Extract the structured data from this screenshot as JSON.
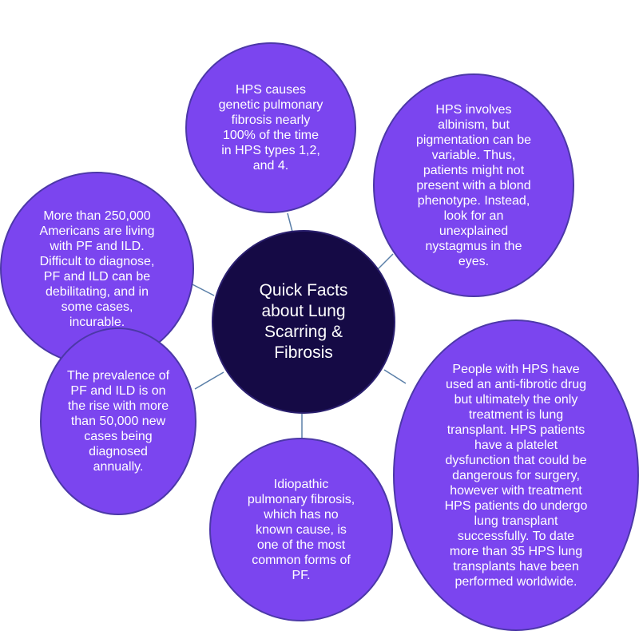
{
  "center": {
    "text": "Quick Facts\nabout Lung\nScarring &\nFibrosis"
  },
  "facts": {
    "top": "HPS causes\ngenetic pulmonary\nfibrosis nearly\n100% of the time\nin HPS types 1,2,\nand 4.",
    "top_right": "HPS involves\nalbinism, but\npigmentation can be\nvariable. Thus,\npatients might not\npresent with a blond\nphenotype. Instead,\nlook for an\nunexplained\nnystagmus in the\neyes.",
    "left": "More than 250,000\nAmericans are living\nwith PF and ILD.\nDifficult to diagnose,\nPF and ILD can be\ndebilitating, and in\nsome cases,\nincurable.",
    "right": "People with HPS have\nused an anti-fibrotic drug\nbut ultimately the only\ntreatment is lung\ntransplant. HPS patients\nhave a platelet\ndysfunction that could be\ndangerous for surgery,\nhowever with treatment\nHPS patients do undergo\nlung transplant\nsuccessfully. To date\nmore than 35 HPS lung\ntransplants have been\nperformed worldwide.",
    "bottom_left": "The prevalence of\nPF and ILD is on\nthe rise with more\nthan 50,000 new\ncases being\ndiagnosed\nannually.",
    "bottom": "Idiopathic\npulmonary fibrosis,\nwhich has no\nknown cause, is\none of the most\ncommon forms of\nPF."
  },
  "colors": {
    "bubble_fill": "#7b45ef",
    "center_fill": "#150a45",
    "connector": "#5a7fa8",
    "text": "#ffffff"
  }
}
